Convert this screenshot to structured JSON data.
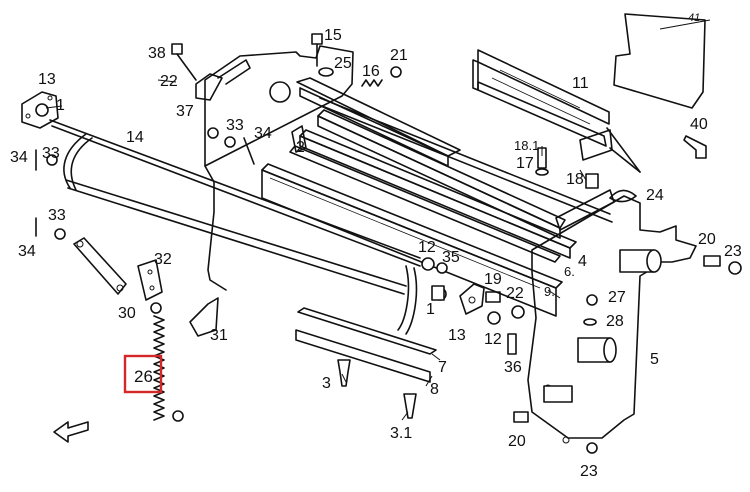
{
  "figure": {
    "highlight_color": "#d62728",
    "highlighted_callout": "26",
    "sheet_number": "41",
    "arrow_icon": "direction-arrow-icon"
  },
  "callouts": [
    {
      "id": "c41",
      "label": "41"
    },
    {
      "id": "c40",
      "label": "40"
    },
    {
      "id": "c38",
      "label": "38"
    },
    {
      "id": "c22a",
      "label": "22"
    },
    {
      "id": "c37",
      "label": "37"
    },
    {
      "id": "c15",
      "label": "15"
    },
    {
      "id": "c25",
      "label": "25"
    },
    {
      "id": "c21",
      "label": "21"
    },
    {
      "id": "c16",
      "label": "16"
    },
    {
      "id": "c11",
      "label": "11"
    },
    {
      "id": "c13a",
      "label": "13"
    },
    {
      "id": "c1a",
      "label": "1"
    },
    {
      "id": "c14",
      "label": "14"
    },
    {
      "id": "c33a",
      "label": "33"
    },
    {
      "id": "c34a",
      "label": "34"
    },
    {
      "id": "c2",
      "label": "2"
    },
    {
      "id": "c34b",
      "label": "34"
    },
    {
      "id": "c33b",
      "label": "33"
    },
    {
      "id": "c18_1",
      "label": "18.1"
    },
    {
      "id": "c17",
      "label": "17"
    },
    {
      "id": "c18",
      "label": "18"
    },
    {
      "id": "c24",
      "label": "24"
    },
    {
      "id": "c33c",
      "label": "33"
    },
    {
      "id": "c34c",
      "label": "34"
    },
    {
      "id": "c32",
      "label": "32"
    },
    {
      "id": "c30",
      "label": "30"
    },
    {
      "id": "c31",
      "label": "31"
    },
    {
      "id": "c26",
      "label": "26"
    },
    {
      "id": "c12a",
      "label": "12"
    },
    {
      "id": "c35",
      "label": "35"
    },
    {
      "id": "c1b",
      "label": "1"
    },
    {
      "id": "c19",
      "label": "19"
    },
    {
      "id": "c22b",
      "label": "22"
    },
    {
      "id": "c13b",
      "label": "13"
    },
    {
      "id": "c12b",
      "label": "12"
    },
    {
      "id": "c6",
      "label": "6."
    },
    {
      "id": "c4",
      "label": "4"
    },
    {
      "id": "c9",
      "label": "9."
    },
    {
      "id": "c20a",
      "label": "20"
    },
    {
      "id": "c23a",
      "label": "23"
    },
    {
      "id": "c27",
      "label": "27"
    },
    {
      "id": "c28",
      "label": "28"
    },
    {
      "id": "c5",
      "label": "5"
    },
    {
      "id": "c36",
      "label": "36"
    },
    {
      "id": "c7",
      "label": "7"
    },
    {
      "id": "c8",
      "label": "8"
    },
    {
      "id": "c3",
      "label": "3"
    },
    {
      "id": "c3_1",
      "label": "3.1"
    },
    {
      "id": "c20b",
      "label": "20"
    },
    {
      "id": "c23b",
      "label": "23"
    }
  ]
}
